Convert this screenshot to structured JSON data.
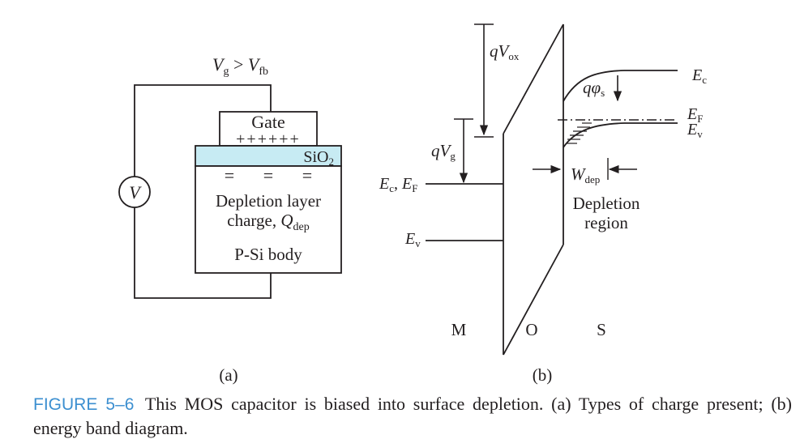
{
  "colors": {
    "ink": "#231f20",
    "oxide_fill": "#c7ebf3",
    "caption_accent": "#3c8fd0"
  },
  "panel_a": {
    "bias": {
      "lhs": "V",
      "lhs_sub": "g",
      "relation": " > ",
      "rhs": "V",
      "rhs_sub": "fb"
    },
    "voltmeter": "V",
    "gate_label": "Gate",
    "gate_charge": "++++++",
    "oxide_label": "SiO",
    "oxide_sub": "2",
    "depletion_marks": [
      "=",
      "=",
      "="
    ],
    "depletion_line1": "Depletion layer",
    "depletion_line2_prefix": "charge, ",
    "depletion_symbol": "Q",
    "depletion_sub": "dep",
    "body_label": "P-Si body",
    "panel_label": "(a)"
  },
  "panel_b": {
    "qvox": {
      "q": "q",
      "v": "V",
      "sub": "ox"
    },
    "qvg": {
      "q": "q",
      "v": "V",
      "sub": "g"
    },
    "metal_levels": {
      "e": "E",
      "sub_c": "c",
      "comma": ", ",
      "ef_sub": "F"
    },
    "metal_ev": {
      "e": "E",
      "sub": "v"
    },
    "qphis": {
      "q": "q",
      "phi": "φ",
      "sub": "s"
    },
    "ec": {
      "e": "E",
      "sub": "c"
    },
    "ef": {
      "e": "E",
      "sub": "F"
    },
    "ev": {
      "e": "E",
      "sub": "v"
    },
    "wdep": {
      "w": "W",
      "sub": "dep"
    },
    "depletion_region": [
      "Depletion",
      "region"
    ],
    "regions": [
      "M",
      "O",
      "S"
    ],
    "panel_label": "(b)"
  },
  "caption": {
    "label": "FIGURE 5–6",
    "text": "This MOS capacitor is biased into surface depletion. (a) Types of charge present; (b) energy band diagram."
  }
}
